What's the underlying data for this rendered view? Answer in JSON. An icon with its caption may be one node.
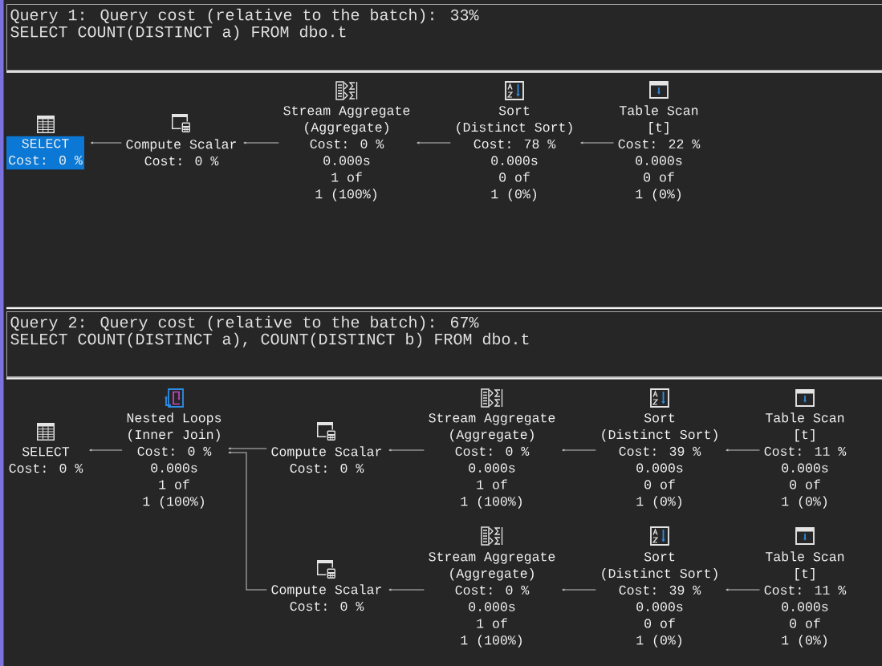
{
  "diagram": {
    "nodes": [
      {
        "text": [
          "Query 1: Query cost (relative to the batch): 33%",
          "SELECT COUNT(DISTINCT a) FROM dbo.t"
        ]
      },
      {
        "text": [
          "SELECT",
          "Cost: 0 %"
        ]
      },
      {
        "text": [
          "Compute Scalar",
          "Cost: 0 %"
        ]
      },
      {
        "text": [
          "Stream Aggregate",
          "(Aggregate)",
          "Cost: 0 %",
          "0.000s",
          "1 of",
          "1 (100%)"
        ]
      },
      {
        "text": [
          "Sort",
          "(Distinct Sort)",
          "Cost: 78 %",
          "0.000s",
          "0 of",
          "1 (0%)"
        ]
      },
      {
        "text": [
          "Table Scan",
          "[t]",
          "Cost: 22 %",
          "0.000s",
          "0 of",
          "1 (0%)"
        ]
      },
      {
        "text": [
          "Query 2: Query cost (relative to the batch): 67%",
          "SELECT COUNT(DISTINCT a), COUNT(DISTINCT b) FROM dbo.t"
        ]
      },
      {
        "text": [
          "SELECT",
          "Cost: 0 %"
        ]
      },
      {
        "text": [
          "Nested Loops",
          "(Inner Join)",
          "Cost: 0 %",
          "0.000s",
          "1 of",
          "1 (100%)"
        ]
      },
      {
        "text": [
          "Compute Scalar",
          "Cost: 0 %"
        ]
      },
      {
        "text": [
          "Stream Aggregate",
          "(Aggregate)",
          "Cost: 0 %",
          "0.000s",
          "1 of",
          "1 (100%)"
        ]
      },
      {
        "text": [
          "Sort",
          "(Distinct Sort)",
          "Cost: 39 %",
          "0.000s",
          "0 of",
          "1 (0%)"
        ]
      },
      {
        "text": [
          "Table Scan",
          "[t]",
          "Cost: 11 %",
          "0.000s",
          "0 of",
          "1 (0%)"
        ]
      },
      {
        "text": [
          "Compute Scalar",
          "Cost: 0 %"
        ]
      },
      {
        "text": [
          "Stream Aggregate",
          "(Aggregate)",
          "Cost: 0 %",
          "0.000s",
          "1 of",
          "1 (100%)"
        ]
      },
      {
        "text": [
          "Sort",
          "(Distinct Sort)",
          "Cost: 39 %",
          "0.000s",
          "0 of",
          "1 (0%)"
        ]
      },
      {
        "text": [
          "Table Scan",
          "[t]",
          "Cost: 11 %",
          "0.000s",
          "0 of",
          "1 (0%)"
        ]
      }
    ],
    "edges": [
      {
        "from": 2,
        "to": 1,
        "arrow": "to"
      },
      {
        "from": 3,
        "to": 2,
        "arrow": "to"
      },
      {
        "from": 4,
        "to": 3,
        "arrow": "to"
      },
      {
        "from": 5,
        "to": 4,
        "arrow": "to"
      },
      {
        "from": 8,
        "to": 7,
        "arrow": "to"
      },
      {
        "from": 9,
        "to": 8,
        "arrow": "to"
      },
      {
        "from": 13,
        "to": 8,
        "arrow": "to"
      },
      {
        "from": 10,
        "to": 9,
        "arrow": "to"
      },
      {
        "from": 11,
        "to": 10,
        "arrow": "to"
      },
      {
        "from": 12,
        "to": 11,
        "arrow": "to"
      },
      {
        "from": 14,
        "to": 13,
        "arrow": "to"
      },
      {
        "from": 15,
        "to": 14,
        "arrow": "to"
      },
      {
        "from": 16,
        "to": 15,
        "arrow": "to"
      }
    ]
  }
}
